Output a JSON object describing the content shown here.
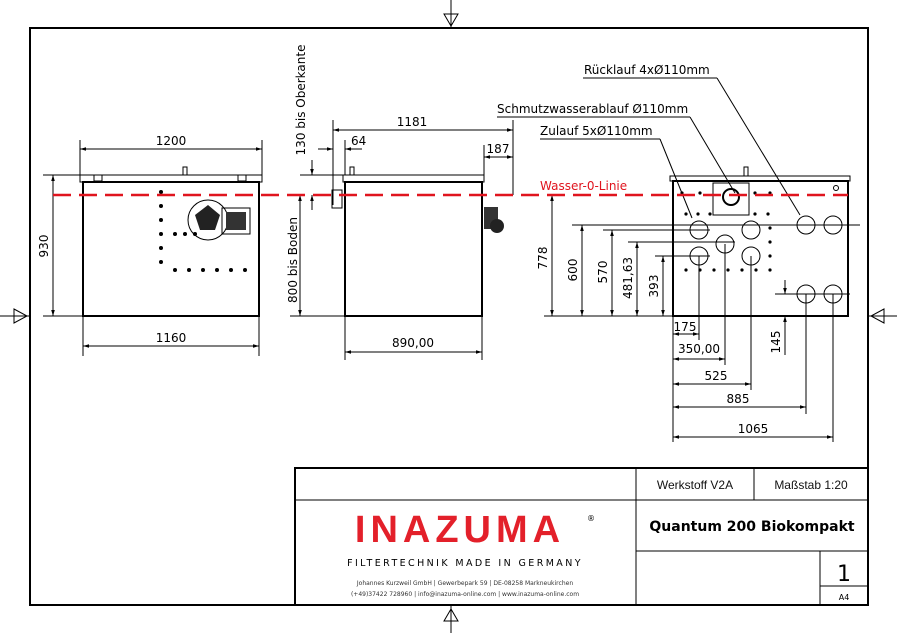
{
  "drawing": {
    "front_view": {
      "width_top": "1200",
      "height": "930",
      "width_bottom": "1160"
    },
    "side_view": {
      "overall_length": "1181",
      "offset_left": "64",
      "offset_right": "187",
      "above_water": "130 bis Oberkante",
      "water_to_floor": "800 bis Boden",
      "depth": "890,00"
    },
    "water_line_label": "Wasser-0-Linie",
    "water_line_color": "#e0141e",
    "labels": {
      "ruecklauf": "Rücklauf 4xØ110mm",
      "schmutzwasser": "Schmutzwasserablauf Ø110mm",
      "zulauf": "Zulauf 5xØ110mm"
    },
    "back_view": {
      "vertical_dims": [
        "778",
        "600",
        "570",
        "481,63",
        "393"
      ],
      "horizontal_dims": [
        "175",
        "350,00",
        "525",
        "885",
        "1065"
      ],
      "small_dim": "145"
    }
  },
  "title_block": {
    "material": "Werkstoff V2A",
    "scale": "Maßstab  1:20",
    "title": "Quantum 200 Biokompakt",
    "sheet": "1",
    "format": "A4",
    "logo": "INAZUMA",
    "logo_mark": "®",
    "tagline": "FILTERTECHNIK MADE IN GERMANY",
    "address": "Johannes Kurzweil GmbH  |  Gewerbepark 59  |  DE-08258 Markneukirchen",
    "contact": "(+49)37422 728960 | info@inazuma-online.com | www.inazuma-online.com",
    "brand_color": "#e3202a"
  }
}
